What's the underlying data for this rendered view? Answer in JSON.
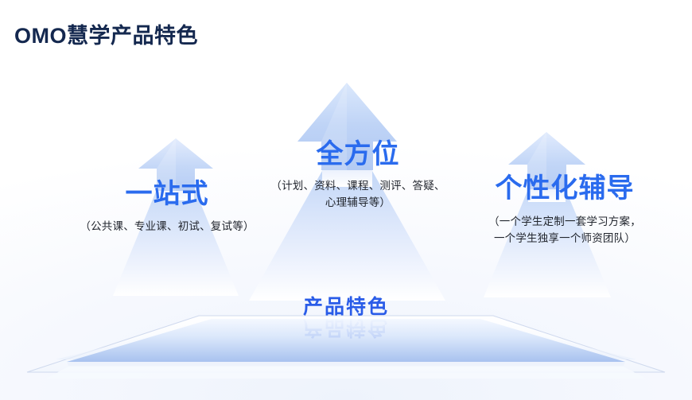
{
  "page_title": "OMO慧学产品特色",
  "colors": {
    "title": "#14284f",
    "headline_blue": "#2a6bee",
    "caption_blue": "#2a5ce8",
    "arrow_light": "#dbe6fb",
    "arrow_mid": "#bcd2f6",
    "arrow_deep": "#a9c2ef",
    "subtext": "#22262e",
    "background": "#ffffff"
  },
  "columns": [
    {
      "key": "one-stop",
      "headline": "一站式",
      "subline": "（公共课、专业课、初试、复试等）",
      "arrow_icon": "up-arrow-icon"
    },
    {
      "key": "all-round",
      "headline": "全方位",
      "subline_lines": [
        "（计划、资料、课程、测评、答疑、",
        "心理辅导等）"
      ],
      "arrow_icon": "up-arrow-icon"
    },
    {
      "key": "personalized-tutoring",
      "headline": "个性化辅导",
      "subline_lines": [
        "（一个学生定制一套学习方案，",
        "一个学生独享一个师资团队）"
      ],
      "arrow_icon": "up-arrow-icon"
    }
  ],
  "base": {
    "caption": "产品特色",
    "reflection": "产品特色",
    "platform_icon": "perspective-platform-shape"
  }
}
